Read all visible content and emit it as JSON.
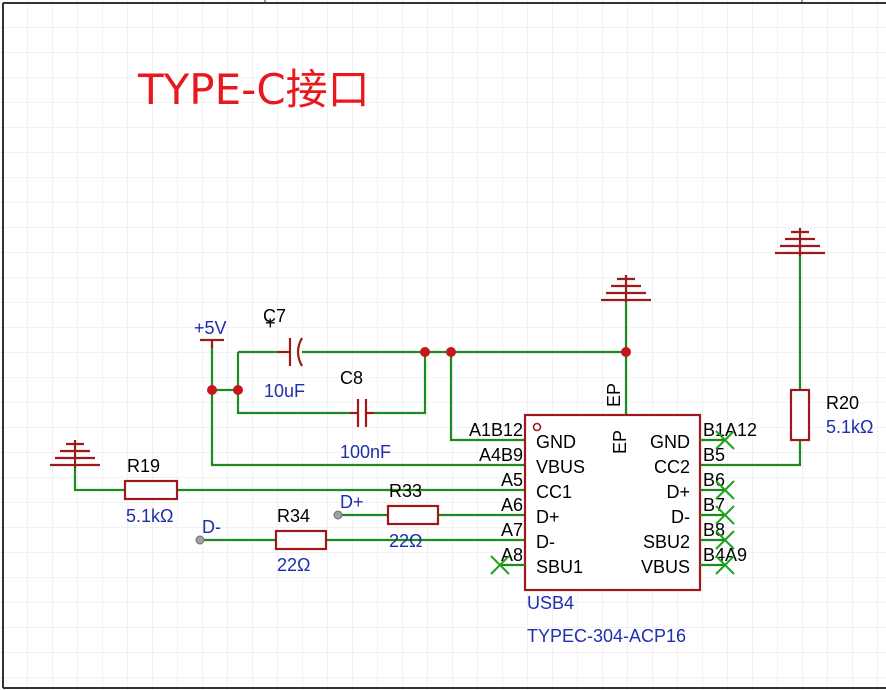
{
  "title": "TYPE-C接口",
  "power": {
    "label": "+5V"
  },
  "capacitors": [
    {
      "ref": "C7",
      "value": "10uF",
      "polarity_mark": "+"
    },
    {
      "ref": "C8",
      "value": "100nF"
    }
  ],
  "resistors": [
    {
      "ref": "R19",
      "value": "5.1kΩ"
    },
    {
      "ref": "R20",
      "value": "5.1kΩ"
    },
    {
      "ref": "R33",
      "value": "22Ω"
    },
    {
      "ref": "R34",
      "value": "22Ω"
    }
  ],
  "net_labels": {
    "dplus": "D+",
    "dminus": "D-"
  },
  "ic": {
    "ref": "USB4",
    "part": "TYPEC-304-ACP16",
    "ep_pin": "EP",
    "ep_label": "EP",
    "left_pins": [
      {
        "num": "A1B12",
        "name": "GND"
      },
      {
        "num": "A4B9",
        "name": "VBUS"
      },
      {
        "num": "A5",
        "name": "CC1"
      },
      {
        "num": "A6",
        "name": "D+"
      },
      {
        "num": "A7",
        "name": "D-"
      },
      {
        "num": "A8",
        "name": "SBU1"
      }
    ],
    "right_pins": [
      {
        "num": "B1A12",
        "name": "GND"
      },
      {
        "num": "B5",
        "name": "CC2"
      },
      {
        "num": "B6",
        "name": "D+"
      },
      {
        "num": "B7",
        "name": "D-"
      },
      {
        "num": "B8",
        "name": "SBU2"
      },
      {
        "num": "B4A9",
        "name": "VBUS"
      }
    ]
  },
  "colors": {
    "wire": "#1f8a1f",
    "part": "#9e1a1a",
    "junction": "#c8141e",
    "value_text": "#1e2fae",
    "title": "#e8181e",
    "grid": "#e6e6e6"
  }
}
